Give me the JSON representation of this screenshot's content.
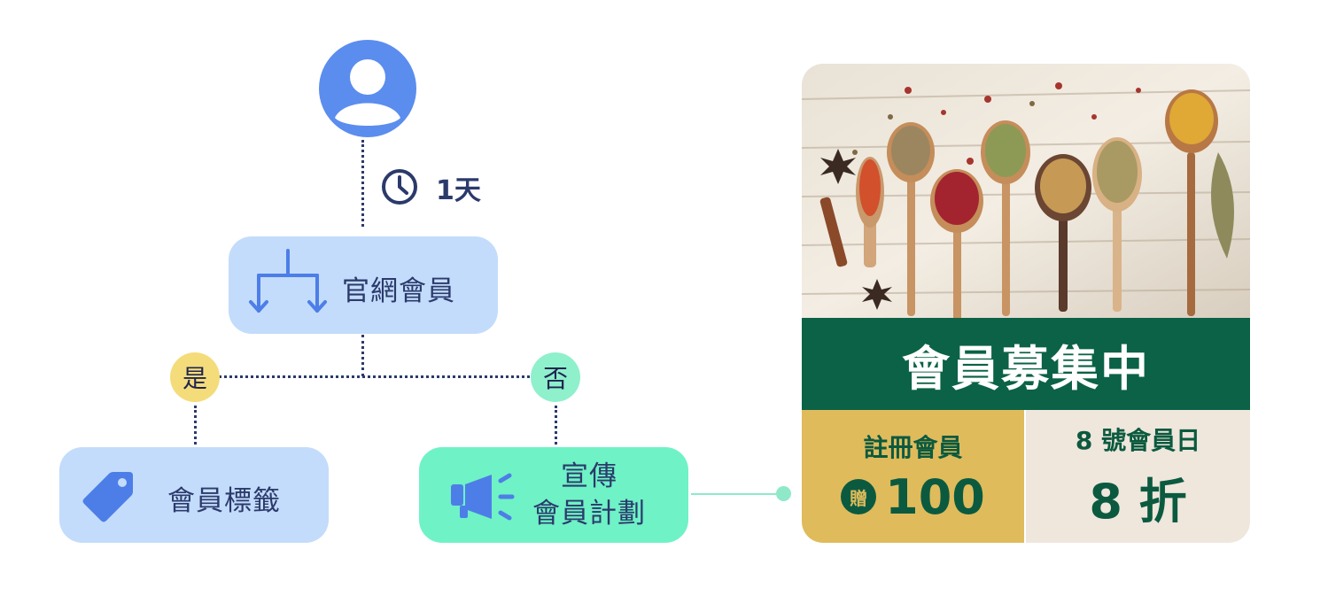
{
  "flow": {
    "wait_label": "1天",
    "split_label": "官網會員",
    "yes_label": "是",
    "no_label": "否",
    "tag_label": "會員標籤",
    "campaign_label_line1": "宣傳",
    "campaign_label_line2": "會員計劃"
  },
  "card": {
    "banner_title": "會員募集中",
    "left_title": "註冊會員",
    "gift_badge": "贈",
    "left_value": "100",
    "right_title": "8 號會員日",
    "right_value": "8 折"
  },
  "colors": {
    "avatar_blue": "#5b8def",
    "node_blue": "#c3dcfb",
    "node_green": "#6ff2c6",
    "badge_yes": "#f5dc7a",
    "badge_no": "#8ff0cc",
    "banner_green": "#0b6247",
    "gold": "#dfbb5c",
    "cream": "#efe6dc",
    "navy": "#2b3a6b"
  },
  "icons": [
    "user-avatar-icon",
    "clock-icon",
    "split-arrows-icon",
    "tag-icon",
    "megaphone-icon"
  ]
}
